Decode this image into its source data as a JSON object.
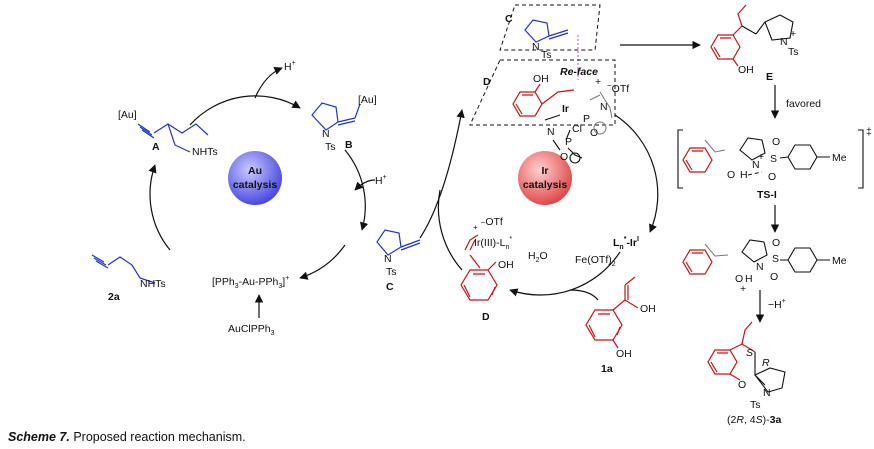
{
  "caption": {
    "label": "Scheme 7.",
    "text": " Proposed reaction mechanism."
  },
  "au_cycle": {
    "center_label_1": "Au",
    "center_label_2": "catalysis",
    "center_color": "#6f6fe8",
    "proton_1": "H",
    "proton_1_sup": "+",
    "proton_2": "H",
    "proton_2_sup": "+",
    "catalyst_precursor": "AuClPPh",
    "catalyst_precursor_sub": "3",
    "cationic_catalyst": "[PPh",
    "cationic_catalyst_mid": "3",
    "cationic_catalyst_mid2": "-Au-PPh",
    "cationic_catalyst_sub2": "3",
    "cationic_catalyst_end": "]",
    "cationic_catalyst_sup": "+",
    "au_label_A": "[Au]",
    "au_label_B": "[Au]",
    "nhts": "NHTs",
    "nhts_2a": "NHTs",
    "ts": "Ts",
    "ts_C": "Ts",
    "n": "N",
    "n_C": "N",
    "labels": {
      "A": "A",
      "B": "B",
      "C": "C",
      "2a": "2a"
    }
  },
  "ir_cycle": {
    "center_label_1": "Ir",
    "center_label_2": "catalysis",
    "center_color": "#e86f6f",
    "ln_ir": "L",
    "ln_ir_sub": "n",
    "ln_ir_sup": "*",
    "ln_ir_end": "-Ir",
    "ln_ir_sup2": "I",
    "fe_otf": "Fe(OTf)",
    "fe_otf_sub": "2",
    "h2o": "H",
    "h2o_sub": "2",
    "h2o_end": "O",
    "otf_D": "OTf",
    "otf_minus": "−",
    "ir_complex": "Ir(III)-L",
    "ir_complex_sub": "n",
    "ir_complex_sup": "*",
    "plus": "+",
    "oh_D": "OH",
    "oh_1a_1": "OH",
    "oh_1a_2": "OH",
    "labels": {
      "D": "D",
      "1a": "1a"
    }
  },
  "ts_box": {
    "c_label": "C",
    "d_label": "D",
    "ts": "Ts",
    "n": "N",
    "re_face": "Re-face",
    "otf": "OTf",
    "otf_minus": "−",
    "plus": "+",
    "oh": "OH",
    "ir": "Ir",
    "cl": "Cl",
    "p": "P",
    "n_lig": "N",
    "p2": "P",
    "n2": "N",
    "o1": "O",
    "o2": "O"
  },
  "right_panel": {
    "E_label": "E",
    "E_oh": "OH",
    "E_n": "N",
    "E_plus": "+",
    "E_ts": "Ts",
    "favored": "favored",
    "ts1_label": "TS-I",
    "ts_dagger": "‡",
    "ts1_n": "N",
    "ts1_s": "S",
    "ts1_o": "O",
    "ts1_o2": "O",
    "ts1_h": "H",
    "ts1_me": "Me",
    "ts1_plus": "+",
    "int_n": "N",
    "int_s": "S",
    "int_o": "O",
    "int_o2": "O",
    "int_o_ring": "O",
    "int_h": "H",
    "int_me": "Me",
    "int_plus": "+",
    "minus_h": "−H",
    "minus_h_sup": "+",
    "prod_s": "S",
    "prod_r": "R",
    "prod_o": "O",
    "prod_n": "N",
    "prod_ts": "Ts",
    "prod_label_open": "(2",
    "prod_label_r": "R",
    "prod_label_mid": ", 4",
    "prod_label_s": "S",
    "prod_label_close": ")-",
    "prod_label_id": "3a"
  },
  "colors": {
    "blue_structures": "#2233cc",
    "red_structures": "#cc1111",
    "black": "#111111"
  }
}
